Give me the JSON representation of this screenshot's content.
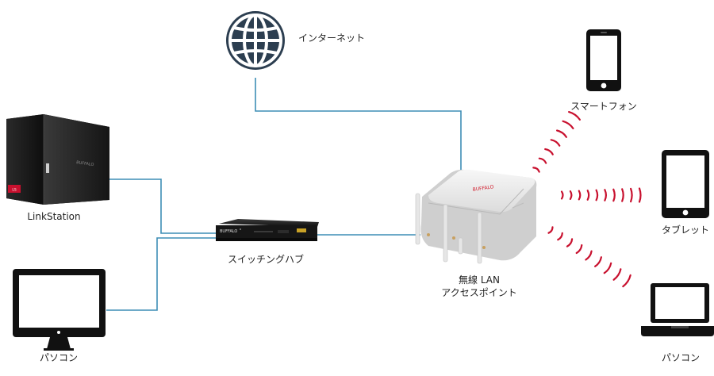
{
  "labels": {
    "internet": "インターネット",
    "smartphone": "スマートフォン",
    "linkstation": "LinkStation",
    "tablet": "タブレット",
    "switching_hub": "スイッチングハブ",
    "ap_line1": "無線 LAN",
    "ap_line2": "アクセスポイント",
    "pc_left": "パソコン",
    "pc_right": "パソコン"
  },
  "brand": {
    "nas_logo": "BUFFALO",
    "hub_logo": "BUFFALO",
    "ap_logo": "BUFFALO"
  },
  "colors": {
    "cable": "#3d8db5",
    "wifi_wave": "#c8102e",
    "device_dark": "#1b1b1b",
    "globe": "#2c3e50"
  },
  "icons": {
    "internet": "globe-icon",
    "smartphone": "smartphone-icon",
    "tablet": "tablet-icon",
    "pc_left": "desktop-monitor-icon",
    "pc_right": "laptop-icon"
  }
}
